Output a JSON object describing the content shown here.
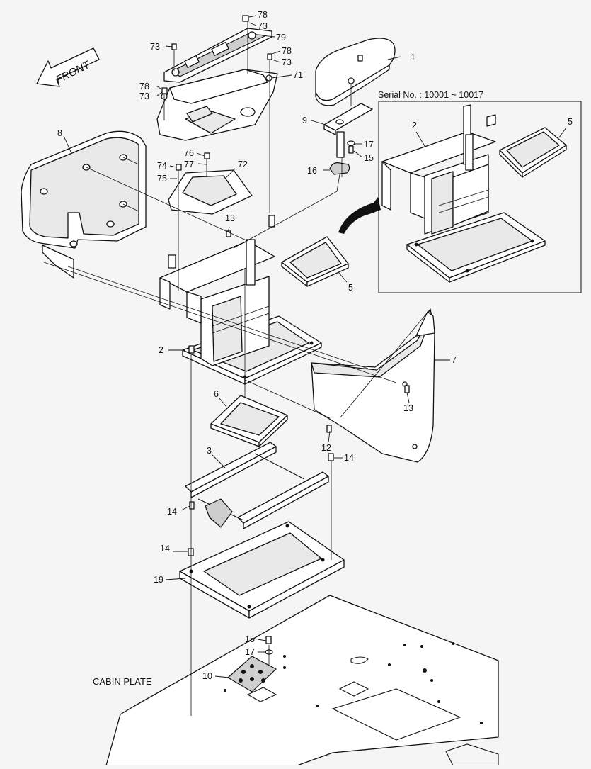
{
  "direction_label": "FRONT",
  "serial_number_label": "Serial No. : 10001 ~ 10017",
  "cabin_plate_label": "CABIN PLATE",
  "callouts": {
    "c78a": "78",
    "c73a": "73",
    "c79": "79",
    "c73b": "73",
    "c78b": "78",
    "c73c": "73",
    "c1": "1",
    "c71": "71",
    "c78c": "78",
    "c73d": "73",
    "c9": "9",
    "c17a": "17",
    "c15a": "15",
    "c16": "16",
    "c8": "8",
    "c76": "76",
    "c77": "77",
    "c74": "74",
    "c72": "72",
    "c75": "75",
    "c13a": "13",
    "c2a": "2",
    "c5a": "5",
    "c5b": "5",
    "c2b": "2",
    "c7": "7",
    "c6": "6",
    "c13b": "13",
    "c12": "12",
    "c3": "3",
    "c14a": "14",
    "c14b": "14",
    "c14c": "14",
    "c19": "19",
    "c15b": "15",
    "c17b": "17",
    "c10": "10"
  }
}
